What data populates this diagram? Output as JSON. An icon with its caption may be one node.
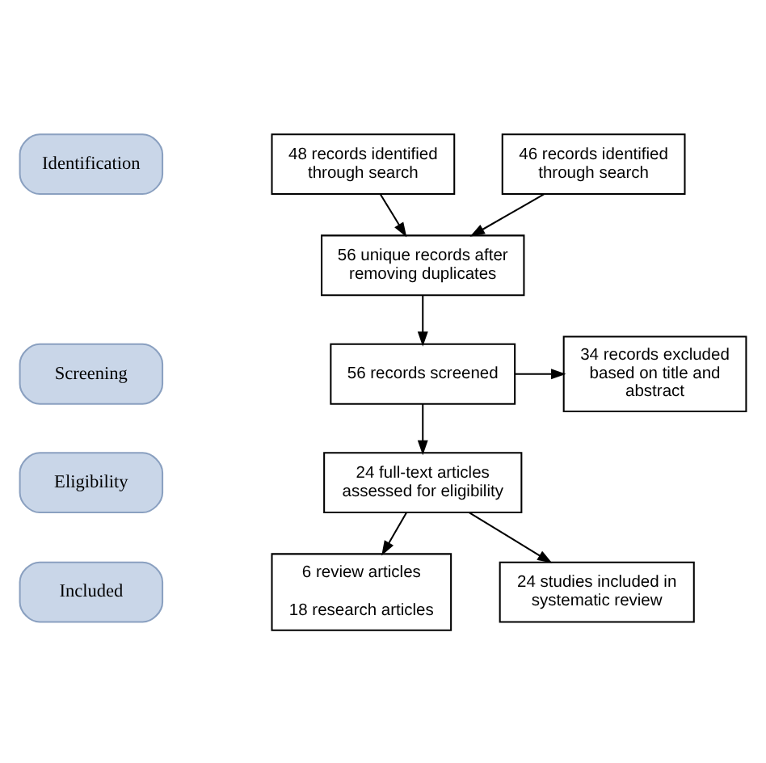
{
  "diagram": {
    "nodes": [
      {
        "text": [
          "Identification"
        ]
      },
      {
        "text": [
          "48 records identified through search"
        ]
      },
      {
        "text": [
          "46 records identified through search"
        ]
      },
      {
        "text": [
          "56 unique records after removing duplicates"
        ]
      },
      {
        "text": [
          "Screening"
        ]
      },
      {
        "text": [
          "56 records screened"
        ]
      },
      {
        "text": [
          "34 records excluded based on title and abstract"
        ]
      },
      {
        "text": [
          "Eligibility"
        ]
      },
      {
        "text": [
          "24 full-text articles assessed for eligibility"
        ]
      },
      {
        "text": [
          "6 review articles",
          "18 research articles"
        ]
      },
      {
        "text": [
          "Included"
        ]
      },
      {
        "text": [
          "24 studies included in systematic review"
        ]
      }
    ],
    "edges": [
      {
        "from": 1,
        "to": 3,
        "arrow": "to"
      },
      {
        "from": 2,
        "to": 3,
        "arrow": "to"
      },
      {
        "from": 3,
        "to": 5,
        "arrow": "to"
      },
      {
        "from": 5,
        "to": 6,
        "arrow": "to"
      },
      {
        "from": 5,
        "to": 8,
        "arrow": "to"
      },
      {
        "from": 8,
        "to": 11,
        "arrow": "to"
      },
      {
        "from": 8,
        "to": 9,
        "arrow": "to"
      }
    ]
  }
}
